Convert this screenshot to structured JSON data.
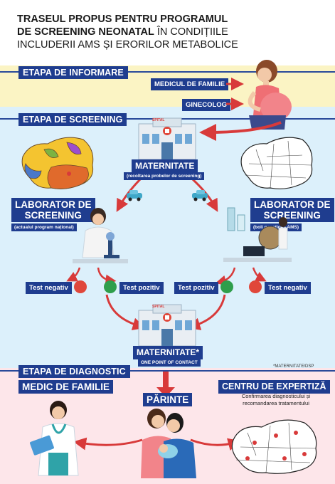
{
  "title": {
    "line1": "TRASEUL PROPUS PENTRU PROGRAMUL",
    "line2_bold": "DE SCREENING NEONATAL",
    "line2_light": " ÎN CONDIȚIILE",
    "line3": "INCLUDERII AMS ȘI ERORILOR METABOLICE"
  },
  "stages": {
    "informare": "ETAPA DE INFORMARE",
    "screening": "ETAPA DE SCREENING",
    "diagnostic": "ETAPA DE DIAGNOSTIC"
  },
  "informare": {
    "medic_familie": "MEDICUL DE FAMILIE",
    "ginecolog": "GINECOLOG"
  },
  "maternitate_top": {
    "sign": "SPITAL",
    "label": "MATERNITATE",
    "sub": "(recoltarea probelor de screening)"
  },
  "lab_left": {
    "label_line1": "LABORATOR DE",
    "label_line2": "SCREENING",
    "sub": "(actualul program național)"
  },
  "lab_right": {
    "label_line1": "LABORATOR DE",
    "label_line2": "SCREENING",
    "sub": "(boli genetice - AMS)"
  },
  "tests": {
    "left_negative": "Test negativ",
    "left_positive": "Test pozitiv",
    "right_positive": "Test pozitiv",
    "right_negative": "Test negativ"
  },
  "maternitate_bottom": {
    "sign": "SPITAL",
    "label": "MATERNITATE*",
    "sub": "ONE POINT OF CONTACT",
    "footnote": "*MATERNITATE/DSP"
  },
  "diagnostic": {
    "medic_familie": "MEDIC DE FAMILIE",
    "parinte": "PĂRINTE",
    "centru": "CENTRU DE EXPERTIZĂ",
    "centru_sub_line1": "Confirmarea diagnosticului și",
    "centru_sub_line2": "recomandarea tratamentului"
  },
  "colors": {
    "navy": "#1f3d8f",
    "arrow_red": "#d83a3a",
    "band_yellow": "#fbf4c4",
    "band_blue": "#dcf0fb",
    "band_pink": "#fde6ea"
  }
}
